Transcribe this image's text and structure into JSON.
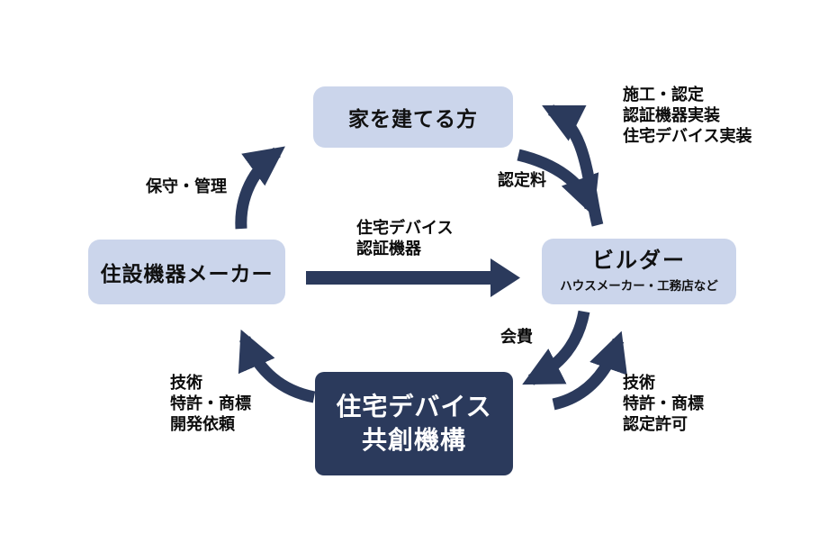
{
  "diagram": {
    "title_hint": "住宅デバイス共創機構 相関図",
    "colors": {
      "background": "#ffffff",
      "node_light_bg": "#cbd5eb",
      "node_dark_bg": "#2b3a5c",
      "arrow": "#2b3a5c",
      "text_dark": "#0c0c0c",
      "text_light": "#ffffff"
    },
    "nodes": {
      "homeowner": {
        "label": "家を建てる方"
      },
      "manufacturer": {
        "label": "住設機器メーカー"
      },
      "builder": {
        "label": "ビルダー",
        "sublabel": "ハウスメーカー・工務店など"
      },
      "organization": {
        "lines": [
          "住宅デバイス",
          "共創機構"
        ]
      }
    },
    "edges": {
      "maintenance": {
        "from": "住設機器メーカー",
        "to": "家を建てる方",
        "label": "保守・管理"
      },
      "construction": {
        "from": "ビルダー",
        "to": "家を建てる方",
        "lines": [
          "施工・認定",
          "認証機器実装",
          "住宅デバイス実装"
        ]
      },
      "certification_fee": {
        "from": "家を建てる方",
        "to": "ビルダー",
        "label": "認定料"
      },
      "device_supply": {
        "from": "住設機器メーカー",
        "to": "ビルダー",
        "lines": [
          "住宅デバイス",
          "認証機器"
        ]
      },
      "membership_fee": {
        "from": "ビルダー",
        "to": "住宅デバイス共創機構",
        "label": "会費"
      },
      "tech_to_builder": {
        "from": "住宅デバイス共創機構",
        "to": "ビルダー",
        "lines": [
          "技術",
          "特許・商標",
          "認定許可"
        ]
      },
      "tech_to_manufacturer": {
        "from": "住宅デバイス共創機構",
        "to": "住設機器メーカー",
        "lines": [
          "技術",
          "特許・商標",
          "開発依頼"
        ]
      }
    }
  }
}
